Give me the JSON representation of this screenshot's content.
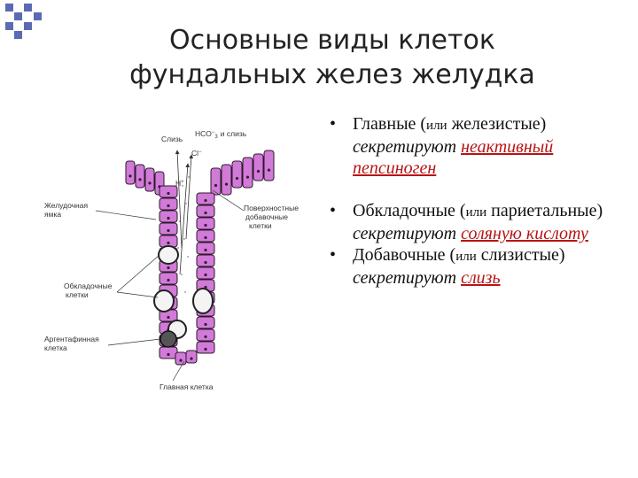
{
  "title": {
    "line1": "Основные виды клеток",
    "line2": "фундальных желез желудка"
  },
  "diagram_labels": {
    "mucus": "Слизь",
    "hco3": "HCO",
    "hco3_rest": "и слизь",
    "cl": "Cl",
    "h_plus": "H",
    "gastric_pit_1": "Желудочная",
    "gastric_pit_2": "ямка",
    "surface_1": "Поверхностные",
    "surface_2": "добавочные",
    "surface_3": "клетки",
    "parietal_1": "Обкладочные",
    "parietal_2": "клетки",
    "argentaffin_1": "Аргентафинная",
    "argentaffin_2": "клетка",
    "chief": "Главная клетка"
  },
  "bullets": [
    {
      "parts": [
        {
          "text": "Главные (",
          "style": "normal"
        },
        {
          "text": "или",
          "style": "small"
        },
        {
          "text": " железистые) ",
          "style": "normal"
        },
        {
          "text": "секретируют ",
          "style": "italic"
        },
        {
          "text": "неактивный пепсиноген",
          "style": "red"
        }
      ]
    },
    {
      "parts": [
        {
          "text": "Обкладочные (",
          "style": "normal"
        },
        {
          "text": "или",
          "style": "small"
        },
        {
          "text": " париетальные) ",
          "style": "normal"
        },
        {
          "text": "секретируют ",
          "style": "italic"
        },
        {
          "text": "соляную кислоту",
          "style": "red"
        }
      ]
    },
    {
      "parts": [
        {
          "text": "Добавочные (",
          "style": "normal"
        },
        {
          "text": "или",
          "style": "small"
        },
        {
          "text": " слизистые) ",
          "style": "normal"
        },
        {
          "text": "секретируют ",
          "style": "italic"
        },
        {
          "text": "слизь",
          "style": "red"
        }
      ]
    }
  ],
  "colors": {
    "cell_fill": "#d27ad8",
    "cell_stroke": "#2a1a2a",
    "deco_square": "#5b6bb3",
    "emphasis": "#b81414"
  }
}
